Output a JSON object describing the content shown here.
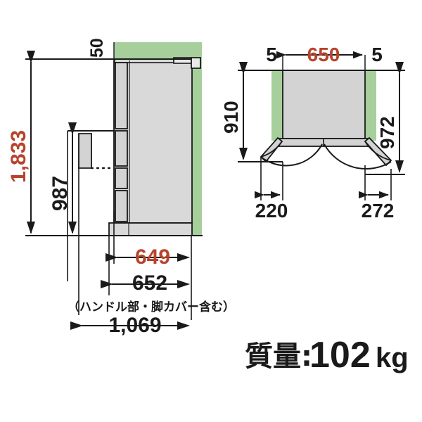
{
  "drawing": {
    "title": "refrigerator-dimension-drawing",
    "units": "mm",
    "colors": {
      "accent_red": "#b8432c",
      "line_black": "#1a1a1a",
      "clearance_green": "#a6cf9c",
      "body_gray": "#d9d9d9",
      "panel_gray": "#cfcfcf",
      "background": "#ffffff"
    }
  },
  "side_view": {
    "name": "side-elevation",
    "dimensions": {
      "top_clearance": "50",
      "total_height": "1,833",
      "counter_height": "987",
      "body_depth": "649",
      "depth_with_handle": "652",
      "door_open_depth": "1,069"
    },
    "note": "（ハンドル部・脚カバー含む）"
  },
  "top_view": {
    "name": "plan-view",
    "dimensions": {
      "left_clearance": "5",
      "body_width": "650",
      "right_clearance": "5",
      "depth_910": "910",
      "depth_972": "972",
      "left_door_width": "220",
      "right_door_width": "272"
    }
  },
  "spec": {
    "mass_label": "質量:",
    "mass_value": "102",
    "mass_unit": "kg"
  }
}
